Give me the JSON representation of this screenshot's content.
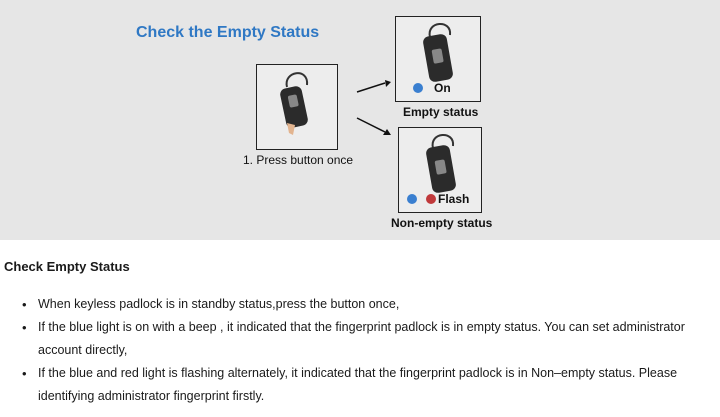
{
  "figure": {
    "title": "Check the Empty Status",
    "step_caption": "1. Press button once",
    "states": [
      {
        "label": "Empty status",
        "led_text": "On",
        "led_colors": [
          "#3a7fd0"
        ]
      },
      {
        "label": "Non-empty status",
        "led_text": "Flash",
        "led_colors": [
          "#3a7fd0",
          "#c0393b"
        ]
      }
    ]
  },
  "section": {
    "title": "Check Empty Status",
    "bullets": [
      "When keyless padlock is in standby status,press the button once,",
      "If the blue light is on with a beep , it indicated that the ﬁngerprint padlock is in empty status. You can set administrator account directly,",
      "If the blue and red light is ﬂashing alternately, it indicated that the ﬁngerprint padlock is in Non–empty status. Please identifying administrator ﬁngerprint ﬁrstly."
    ]
  }
}
